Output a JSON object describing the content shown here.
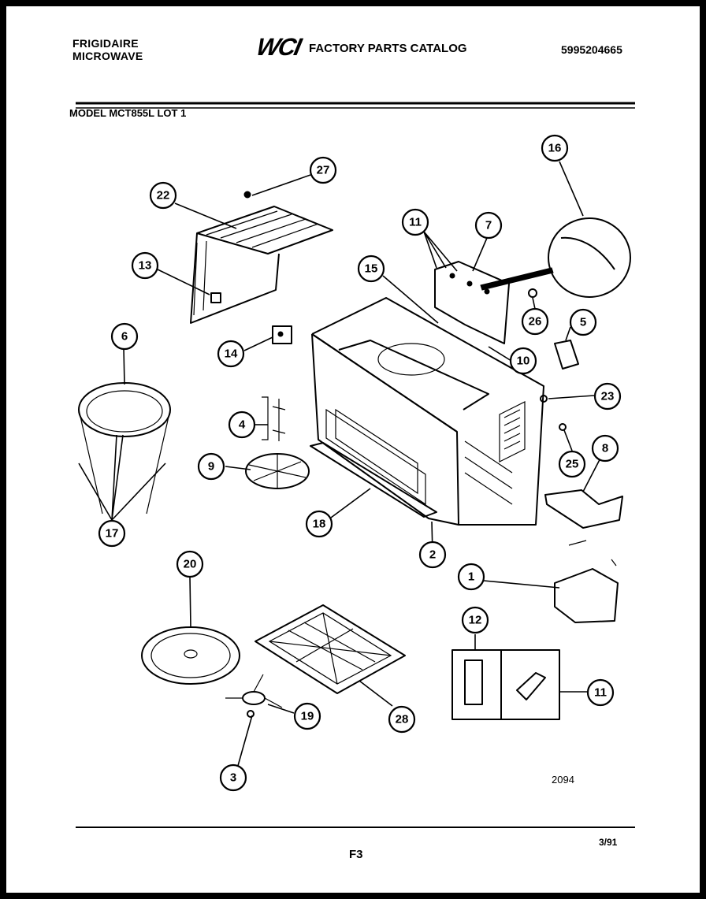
{
  "header": {
    "brand_line1": "FRIGIDAIRE",
    "brand_line2": "MICROWAVE",
    "logo": "WCI",
    "catalog_title": "FACTORY PARTS CATALOG",
    "catalog_number": "5995204665",
    "model": "MODEL MCT855L LOT 1"
  },
  "footer": {
    "drawing_number": "2094",
    "page_id": "F3",
    "date": "3/91"
  },
  "callouts": [
    {
      "id": "c1",
      "label": "1"
    },
    {
      "id": "c2",
      "label": "2"
    },
    {
      "id": "c3",
      "label": "3"
    },
    {
      "id": "c4",
      "label": "4"
    },
    {
      "id": "c5",
      "label": "5"
    },
    {
      "id": "c6",
      "label": "6"
    },
    {
      "id": "c7",
      "label": "7"
    },
    {
      "id": "c8",
      "label": "8"
    },
    {
      "id": "c9",
      "label": "9"
    },
    {
      "id": "c10",
      "label": "10"
    },
    {
      "id": "c11a",
      "label": "11"
    },
    {
      "id": "c11b",
      "label": "11"
    },
    {
      "id": "c12",
      "label": "12"
    },
    {
      "id": "c13",
      "label": "13"
    },
    {
      "id": "c14",
      "label": "14"
    },
    {
      "id": "c15",
      "label": "15"
    },
    {
      "id": "c16",
      "label": "16"
    },
    {
      "id": "c17",
      "label": "17"
    },
    {
      "id": "c18",
      "label": "18"
    },
    {
      "id": "c19",
      "label": "19"
    },
    {
      "id": "c20",
      "label": "20"
    },
    {
      "id": "c22",
      "label": "22"
    },
    {
      "id": "c23",
      "label": "23"
    },
    {
      "id": "c25",
      "label": "25"
    },
    {
      "id": "c26",
      "label": "26"
    },
    {
      "id": "c27",
      "label": "27"
    },
    {
      "id": "c28",
      "label": "28"
    }
  ]
}
